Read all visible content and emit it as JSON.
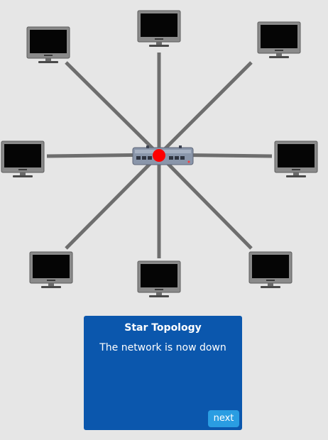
{
  "topology": {
    "node_count": 8,
    "hub_status": "down",
    "colors": {
      "background": "#e6e6e6",
      "cable": "#6e6e6e",
      "monitor_frame": "#808080",
      "monitor_screen": "#050505",
      "hub_body": "#8a96aa",
      "status_dot": "#ff0000"
    }
  },
  "panel": {
    "title": "Star Topology",
    "message": "The network is now down",
    "next_label": "next",
    "background": "#0b57ad",
    "button_color": "#2a9de2"
  }
}
